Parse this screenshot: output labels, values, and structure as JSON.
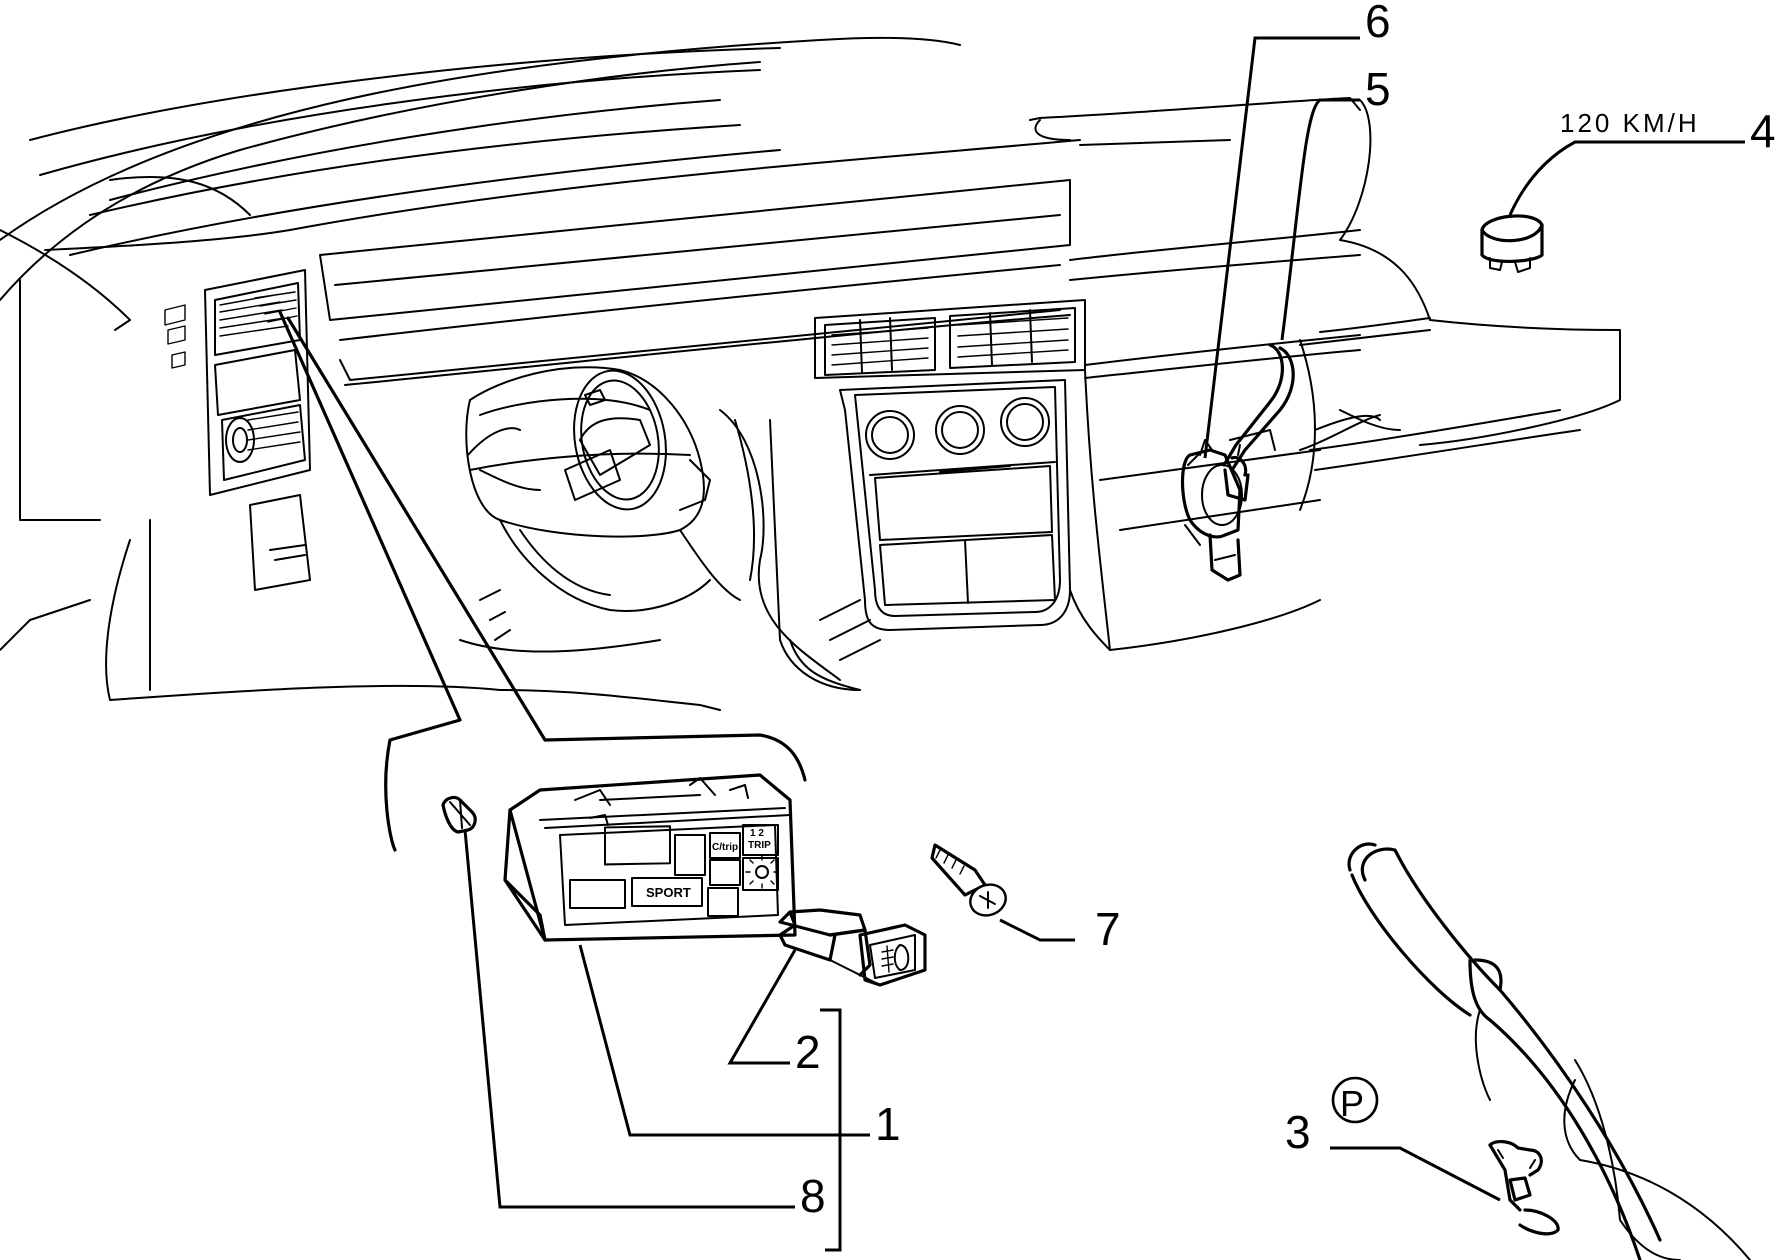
{
  "callouts": {
    "c1": "1",
    "c2": "2",
    "c3": "3",
    "c4": "4",
    "c5": "5",
    "c6": "6",
    "c7": "7",
    "c8": "8"
  },
  "annotations": {
    "speed_label": "120 KM/H",
    "parking_symbol": "P"
  },
  "panel": {
    "sport": "SPORT",
    "trip": "TRIP",
    "trip_top": "1 2",
    "cstrip": "C/trip"
  },
  "colors": {
    "ink": "#000000",
    "paper": "#ffffff"
  }
}
